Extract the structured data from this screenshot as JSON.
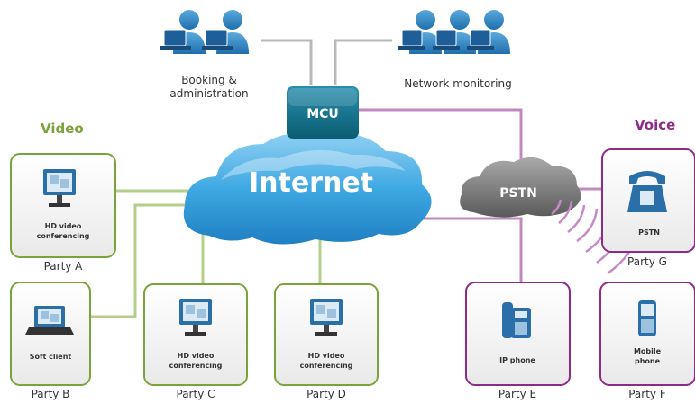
{
  "colors": {
    "video": "#7aa33b",
    "voice": "#8d2b8b",
    "network": "#b8b8b8",
    "cloud": "#3aa6e0",
    "mcu": "#0f6c86",
    "pstn_cloud": "#6f6f6f"
  },
  "headings": {
    "video": "Video",
    "voice": "Voice"
  },
  "network": {
    "internet": "Internet",
    "mcu": "MCU",
    "pstn": "PSTN",
    "booking_line1": "Booking &",
    "booking_line2": "administration",
    "monitoring": "Network monitoring"
  },
  "parties": {
    "a": {
      "device_line1": "HD video",
      "device_line2": "conferencing",
      "caption": "Party A",
      "icon": "videoconf-icon"
    },
    "b": {
      "device_line1": "Soft client",
      "caption": "Party B",
      "icon": "laptop-icon"
    },
    "c": {
      "device_line1": "HD video",
      "device_line2": "conferencing",
      "caption": "Party C",
      "icon": "videoconf-icon"
    },
    "d": {
      "device_line1": "HD video",
      "device_line2": "conferencing",
      "caption": "Party D",
      "icon": "videoconf-icon"
    },
    "e": {
      "device_line1": "IP phone",
      "caption": "Party E",
      "icon": "ip-phone-icon"
    },
    "f": {
      "device_line1": "Mobile",
      "device_line2": "phone",
      "caption": "Party F",
      "icon": "mobile-phone-icon"
    },
    "g": {
      "device_line1": "PSTN",
      "caption": "Party G",
      "icon": "desk-phone-icon"
    }
  }
}
